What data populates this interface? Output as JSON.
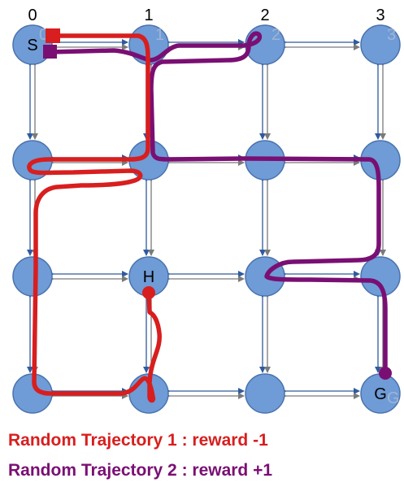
{
  "columns": [
    "0",
    "1",
    "2",
    "3"
  ],
  "grid": {
    "rows": 4,
    "cols": 4
  },
  "cell_labels": [
    {
      "row": 0,
      "col": 0,
      "text": "S"
    },
    {
      "row": 2,
      "col": 1,
      "text": "H"
    },
    {
      "row": 3,
      "col": 3,
      "text": "G"
    }
  ],
  "ghost_digits": [
    {
      "row": 0,
      "col": 0,
      "text": "0"
    },
    {
      "row": 0,
      "col": 1,
      "text": "1"
    },
    {
      "row": 0,
      "col": 2,
      "text": "2"
    },
    {
      "row": 0,
      "col": 3,
      "text": "3"
    },
    {
      "row": 3,
      "col": 3,
      "text": "G"
    }
  ],
  "colors": {
    "node_fill": "#6f9bd6",
    "node_stroke": "#4a73ad",
    "arrow_blue": "#2f5b9e",
    "arrow_gray": "#7a7a7a",
    "trajectory_1": "#d81e1e",
    "trajectory_2": "#7a0f73"
  },
  "trajectories": [
    {
      "id": "t1",
      "label": "Random Trajectory 1 : reward -1",
      "color": "#d81e1e",
      "start_marker": "square",
      "end_marker": "circle"
    },
    {
      "id": "t2",
      "label": "Random Trajectory 2 : reward +1",
      "color": "#7a0f73",
      "start_marker": "square",
      "end_marker": "circle"
    }
  ]
}
